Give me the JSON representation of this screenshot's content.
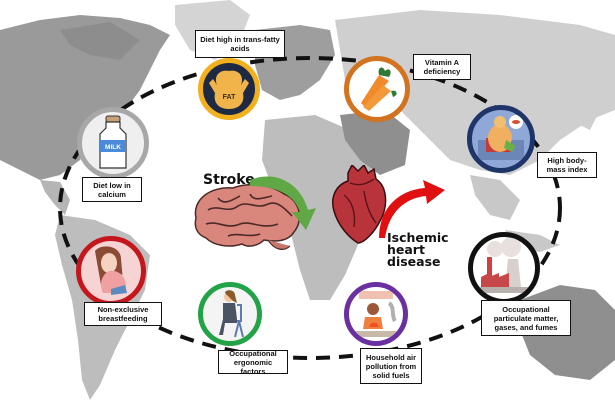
{
  "diagram": {
    "title_center": {
      "stroke_label": "Stroke",
      "ihd_label_line1": "Ischemic",
      "ihd_label_line2": "heart",
      "ihd_label_line3": "disease"
    },
    "risk_factors": [
      {
        "id": "trans-fat",
        "label": "Diet high in trans-fatty acids",
        "icon": "fat-blob-icon",
        "ring_color": "#f2b01e",
        "inner_color": "#1e2a44",
        "icon_text": "FAT"
      },
      {
        "id": "vitamin-a",
        "label": "Vitamin A deficiency",
        "icon": "carrot-icon",
        "ring_color": "#d2731f"
      },
      {
        "id": "bmi",
        "label": "High body-mass index",
        "icon": "obese-person-icon",
        "ring_color": "#1f3569"
      },
      {
        "id": "particulate",
        "label": "Occupational particulate matter, gases, and fumes",
        "icon": "factory-icon",
        "ring_color": "#111111"
      },
      {
        "id": "household-air",
        "label": "Household air pollution from solid fuels",
        "icon": "cooking-smoke-icon",
        "ring_color": "#6a2fa0"
      },
      {
        "id": "ergonomic",
        "label": "Occupational ergonomic factors",
        "icon": "seated-worker-icon",
        "ring_color": "#22a347"
      },
      {
        "id": "breastfeeding",
        "label": "Non-exclusive breastfeeding",
        "icon": "mother-child-icon",
        "ring_color": "#c4161c"
      },
      {
        "id": "calcium",
        "label": "Diet low in calcium",
        "icon": "milk-bottle-icon",
        "ring_color": "#a8a8a8",
        "icon_text": "MILK"
      }
    ],
    "colors": {
      "map_land_dark": "#9a9a9a",
      "map_land_light": "#d4d4d4",
      "dashed_ellipse": "#111111",
      "stroke_arrow": "#5fa845",
      "ihd_arrow": "#e01010"
    }
  }
}
